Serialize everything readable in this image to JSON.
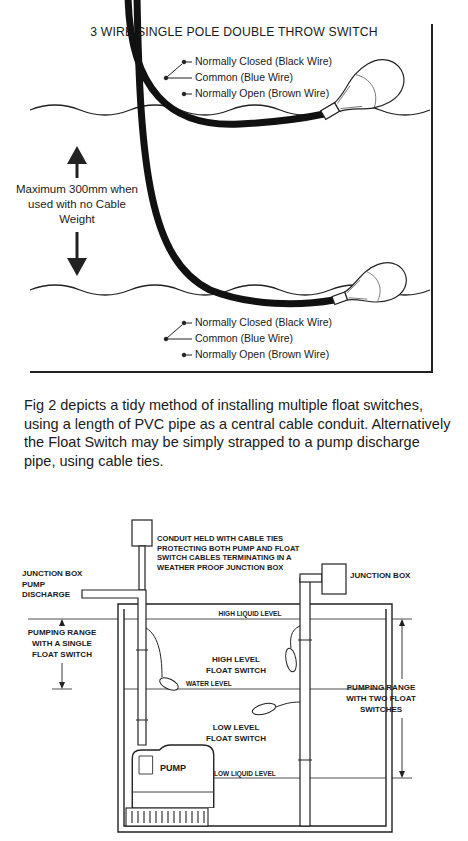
{
  "diagram": {
    "title": "3 WIRE SINGLE POLE DOUBLE THROW SWITCH",
    "nodes": [
      {
        "text": [
          "PUMP"
        ]
      }
    ],
    "labels": [
      "Normally Closed (Black Wire)",
      "Common (Blue Wire)",
      "Normally Open (Brown Wire)",
      "Maximum 300mm when used with no Cable Weight",
      "Normally Closed (Black Wire)",
      "Common (Blue Wire)",
      "Normally Open (Brown Wire)",
      "Fig 2 depicts a tidy method of installing multiple float switches, using a length of PVC pipe as a central cable conduit. Alternatively the Float Switch may be simply strapped to a pump discharge pipe, using cable ties.",
      "CONDUIT HELD WITH CABLE TIES PROTECTING BOTH PUMP AND FLOAT SWITCH CABLES TERMINATING IN A WEATHER PROOF JUNCTION BOX",
      "JUNCTION BOX",
      "JUNCTION BOX",
      "PUMP DISCHARGE",
      "HIGH LIQUID LEVEL",
      "PUMPING RANGE WITH A SINGLE FLOAT SWITCH",
      "HIGH LEVEL FLOAT SWITCH",
      "WATER LEVEL",
      "PUMPING RANGE WITH TWO FLOAT SWITCHES",
      "LOW LEVEL FLOAT SWITCH",
      "LOW LIQUID LEVEL"
    ]
  }
}
